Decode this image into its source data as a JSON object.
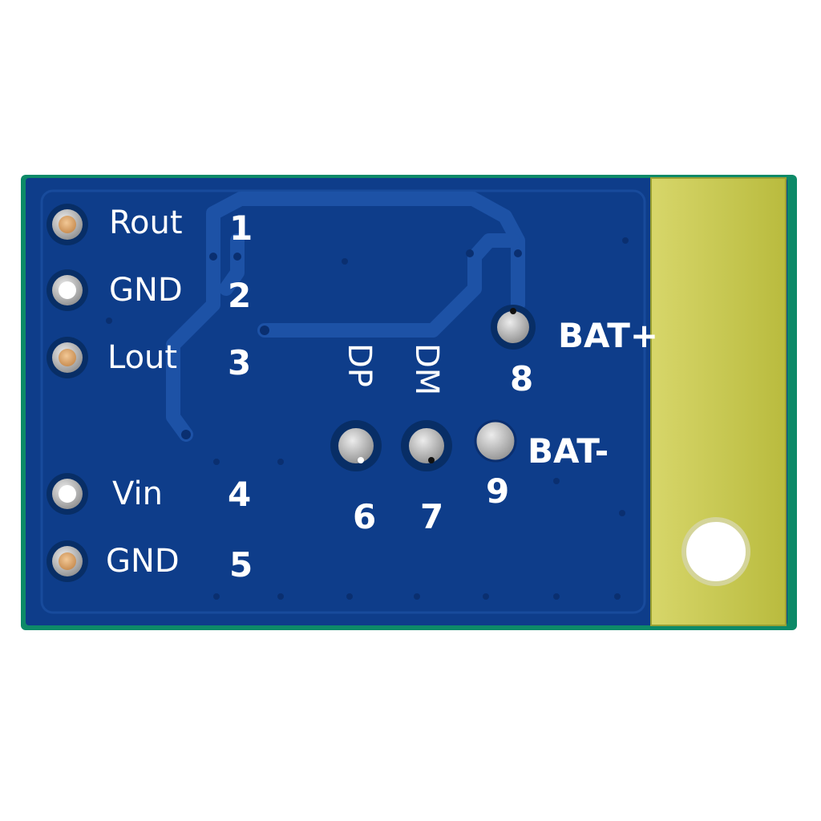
{
  "board": {
    "colors": {
      "pcb_blue": "#0e3d8a",
      "trace_blue": "#1d52a6",
      "antenna_yellow": "#c9c955",
      "edge_green": "#0d8a68",
      "pad_gold": "#d9a36a",
      "pad_silver": "#b8b8b8"
    },
    "pins": [
      {
        "name": "Rout",
        "number": "1"
      },
      {
        "name": "GND",
        "number": "2"
      },
      {
        "name": "Lout",
        "number": "3"
      },
      {
        "name": "Vin",
        "number": "4"
      },
      {
        "name": "GND",
        "number": "5"
      },
      {
        "name": "DP",
        "number": "6"
      },
      {
        "name": "DM",
        "number": "7"
      },
      {
        "name": "BAT+",
        "number": "8"
      },
      {
        "name": "BAT-",
        "number": "9"
      }
    ]
  }
}
